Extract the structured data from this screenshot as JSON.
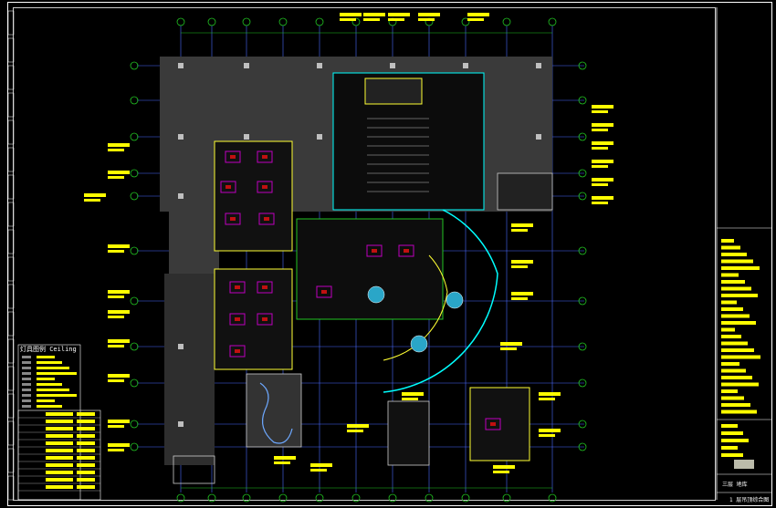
{
  "drawing": {
    "background": "#000000",
    "colors": {
      "frame": "#ffffff",
      "grid_line": "#4a6bff",
      "axis_bubble": "#22c422",
      "wall": "#ffff33",
      "wall_alt": "#00ffff",
      "column": "#bfbfbf",
      "slab": "#3a3a3a",
      "fixture": "#c000c0",
      "tag": "#ffff00",
      "water": "#2aa6c8"
    }
  },
  "title_block": {
    "caption": "1 层吊顶综合图",
    "side_code": "三层 地库"
  },
  "legend": {
    "header": "灯具图例 Ceiling",
    "rows": 10
  }
}
